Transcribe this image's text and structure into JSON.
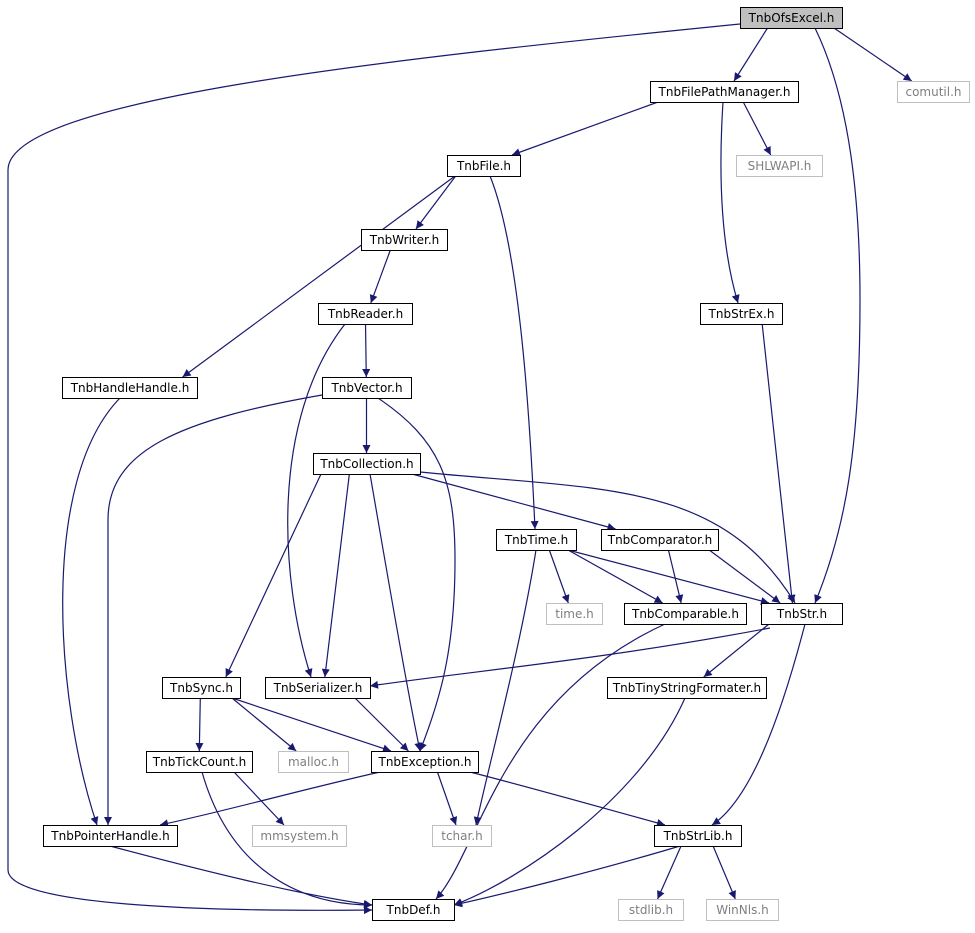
{
  "diagram": {
    "nodes": [
      {
        "id": "TnbOfsExcel",
        "label": "TnbOfsExcel.h",
        "kind": "root"
      },
      {
        "id": "comutil",
        "label": "comutil.h",
        "kind": "system"
      },
      {
        "id": "TnbFilePathManager",
        "label": "TnbFilePathManager.h",
        "kind": "local"
      },
      {
        "id": "TnbFile",
        "label": "TnbFile.h",
        "kind": "local"
      },
      {
        "id": "SHLWAPI",
        "label": "SHLWAPI.h",
        "kind": "system"
      },
      {
        "id": "TnbWriter",
        "label": "TnbWriter.h",
        "kind": "local"
      },
      {
        "id": "TnbReader",
        "label": "TnbReader.h",
        "kind": "local"
      },
      {
        "id": "TnbStrEx",
        "label": "TnbStrEx.h",
        "kind": "local"
      },
      {
        "id": "TnbHandleHandle",
        "label": "TnbHandleHandle.h",
        "kind": "local"
      },
      {
        "id": "TnbVector",
        "label": "TnbVector.h",
        "kind": "local"
      },
      {
        "id": "TnbCollection",
        "label": "TnbCollection.h",
        "kind": "local"
      },
      {
        "id": "TnbTime",
        "label": "TnbTime.h",
        "kind": "local"
      },
      {
        "id": "TnbComparator",
        "label": "TnbComparator.h",
        "kind": "local"
      },
      {
        "id": "time",
        "label": "time.h",
        "kind": "system"
      },
      {
        "id": "TnbComparable",
        "label": "TnbComparable.h",
        "kind": "local"
      },
      {
        "id": "TnbStr",
        "label": "TnbStr.h",
        "kind": "local"
      },
      {
        "id": "TnbSync",
        "label": "TnbSync.h",
        "kind": "local"
      },
      {
        "id": "TnbSerializer",
        "label": "TnbSerializer.h",
        "kind": "local"
      },
      {
        "id": "TnbTinyStringFormater",
        "label": "TnbTinyStringFormater.h",
        "kind": "local"
      },
      {
        "id": "TnbTickCount",
        "label": "TnbTickCount.h",
        "kind": "local"
      },
      {
        "id": "malloc",
        "label": "malloc.h",
        "kind": "system"
      },
      {
        "id": "TnbException",
        "label": "TnbException.h",
        "kind": "local"
      },
      {
        "id": "TnbPointerHandle",
        "label": "TnbPointerHandle.h",
        "kind": "local"
      },
      {
        "id": "mmsystem",
        "label": "mmsystem.h",
        "kind": "system"
      },
      {
        "id": "tchar",
        "label": "tchar.h",
        "kind": "system"
      },
      {
        "id": "TnbStrLib",
        "label": "TnbStrLib.h",
        "kind": "local"
      },
      {
        "id": "TnbDef",
        "label": "TnbDef.h",
        "kind": "local"
      },
      {
        "id": "stdlib",
        "label": "stdlib.h",
        "kind": "system"
      },
      {
        "id": "WinNls",
        "label": "WinNls.h",
        "kind": "system"
      }
    ],
    "edges": [
      {
        "from": "TnbOfsExcel",
        "to": "TnbFilePathManager"
      },
      {
        "from": "TnbOfsExcel",
        "to": "comutil"
      },
      {
        "from": "TnbOfsExcel",
        "to": "TnbStr"
      },
      {
        "from": "TnbOfsExcel",
        "to": "TnbDef"
      },
      {
        "from": "TnbFilePathManager",
        "to": "TnbFile"
      },
      {
        "from": "TnbFilePathManager",
        "to": "SHLWAPI"
      },
      {
        "from": "TnbFilePathManager",
        "to": "TnbStrEx"
      },
      {
        "from": "TnbFile",
        "to": "TnbWriter"
      },
      {
        "from": "TnbFile",
        "to": "TnbHandleHandle"
      },
      {
        "from": "TnbFile",
        "to": "TnbTime"
      },
      {
        "from": "TnbWriter",
        "to": "TnbReader"
      },
      {
        "from": "TnbReader",
        "to": "TnbVector"
      },
      {
        "from": "TnbReader",
        "to": "TnbSerializer"
      },
      {
        "from": "TnbStrEx",
        "to": "TnbStr"
      },
      {
        "from": "TnbHandleHandle",
        "to": "TnbPointerHandle"
      },
      {
        "from": "TnbVector",
        "to": "TnbCollection"
      },
      {
        "from": "TnbVector",
        "to": "TnbPointerHandle"
      },
      {
        "from": "TnbVector",
        "to": "TnbException"
      },
      {
        "from": "TnbCollection",
        "to": "TnbComparator"
      },
      {
        "from": "TnbCollection",
        "to": "TnbStr"
      },
      {
        "from": "TnbCollection",
        "to": "TnbSync"
      },
      {
        "from": "TnbCollection",
        "to": "TnbSerializer"
      },
      {
        "from": "TnbCollection",
        "to": "TnbException"
      },
      {
        "from": "TnbTime",
        "to": "time"
      },
      {
        "from": "TnbTime",
        "to": "TnbComparable"
      },
      {
        "from": "TnbTime",
        "to": "TnbStr"
      },
      {
        "from": "TnbTime",
        "to": "tchar"
      },
      {
        "from": "TnbComparator",
        "to": "TnbComparable"
      },
      {
        "from": "TnbComparator",
        "to": "TnbStr"
      },
      {
        "from": "TnbComparable",
        "to": "TnbDef"
      },
      {
        "from": "TnbStr",
        "to": "TnbSerializer"
      },
      {
        "from": "TnbStr",
        "to": "TnbTinyStringFormater"
      },
      {
        "from": "TnbStr",
        "to": "TnbStrLib"
      },
      {
        "from": "TnbSync",
        "to": "TnbTickCount"
      },
      {
        "from": "TnbSync",
        "to": "malloc"
      },
      {
        "from": "TnbSync",
        "to": "TnbException"
      },
      {
        "from": "TnbSerializer",
        "to": "TnbException"
      },
      {
        "from": "TnbTinyStringFormater",
        "to": "TnbDef"
      },
      {
        "from": "TnbTickCount",
        "to": "mmsystem"
      },
      {
        "from": "TnbTickCount",
        "to": "TnbDef"
      },
      {
        "from": "TnbException",
        "to": "TnbPointerHandle"
      },
      {
        "from": "TnbException",
        "to": "tchar"
      },
      {
        "from": "TnbException",
        "to": "TnbStrLib"
      },
      {
        "from": "TnbPointerHandle",
        "to": "TnbDef"
      },
      {
        "from": "TnbStrLib",
        "to": "TnbDef"
      },
      {
        "from": "TnbStrLib",
        "to": "stdlib"
      },
      {
        "from": "TnbStrLib",
        "to": "WinNls"
      }
    ]
  },
  "colors": {
    "edge": "#191970",
    "local_border": "#000000",
    "system_border": "#bfbfbf",
    "root_fill": "#bfbfbf",
    "fill": "#ffffff",
    "local_text": "#000000",
    "system_text": "#7f7f7f"
  }
}
